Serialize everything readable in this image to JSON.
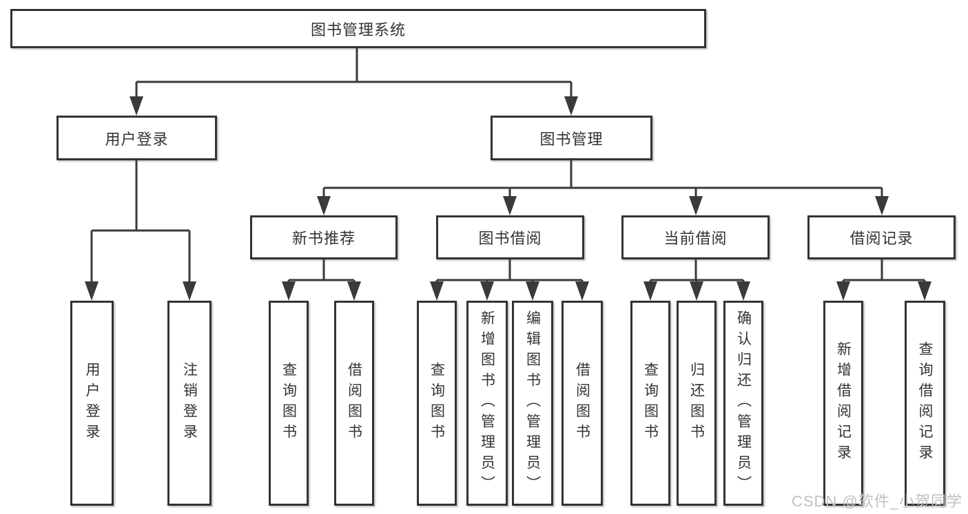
{
  "diagram": {
    "title": "图书管理系统",
    "type": "hierarchy-tree",
    "colors": {
      "line": "#3a3a3a",
      "text": "#333333",
      "box_background": "#ffffff",
      "watermark": "#bcc0c4"
    },
    "nodes": {
      "root": {
        "label": "图书管理系统"
      },
      "level2": [
        {
          "id": "user-login",
          "label": "用户登录"
        },
        {
          "id": "book-management",
          "label": "图书管理"
        }
      ],
      "level3": [
        {
          "id": "new-book-recommend",
          "label": "新书推荐",
          "parent": "book-management"
        },
        {
          "id": "book-borrowing",
          "label": "图书借阅",
          "parent": "book-management"
        },
        {
          "id": "current-borrowing",
          "label": "当前借阅",
          "parent": "book-management"
        },
        {
          "id": "borrowing-records",
          "label": "借阅记录",
          "parent": "book-management"
        }
      ],
      "leaves": [
        {
          "id": "user-login-leaf",
          "label": "用户登录",
          "parent": "user-login"
        },
        {
          "id": "logout",
          "label": "注销登录",
          "parent": "user-login"
        },
        {
          "id": "rec-query-books",
          "label": "查询图书",
          "parent": "new-book-recommend"
        },
        {
          "id": "rec-borrow-books",
          "label": "借阅图书",
          "parent": "new-book-recommend"
        },
        {
          "id": "borrow-query-books",
          "label": "查询图书",
          "parent": "book-borrowing"
        },
        {
          "id": "borrow-add-books",
          "label": "新增图书（管理员）",
          "parent": "book-borrowing"
        },
        {
          "id": "borrow-edit-books",
          "label": "编辑图书（管理员）",
          "parent": "book-borrowing"
        },
        {
          "id": "borrow-borrow-books",
          "label": "借阅图书",
          "parent": "book-borrowing"
        },
        {
          "id": "current-query-books",
          "label": "查询图书",
          "parent": "current-borrowing"
        },
        {
          "id": "current-return-books",
          "label": "归还图书",
          "parent": "current-borrowing"
        },
        {
          "id": "current-confirm-return",
          "label": "确认归还（管理员）",
          "parent": "current-borrowing"
        },
        {
          "id": "records-add-record",
          "label": "新增借阅记录",
          "parent": "borrowing-records"
        },
        {
          "id": "records-query-record",
          "label": "查询借阅记录",
          "parent": "borrowing-records"
        }
      ]
    },
    "watermark": {
      "text": "CSDN @软件_小贺同学"
    }
  }
}
